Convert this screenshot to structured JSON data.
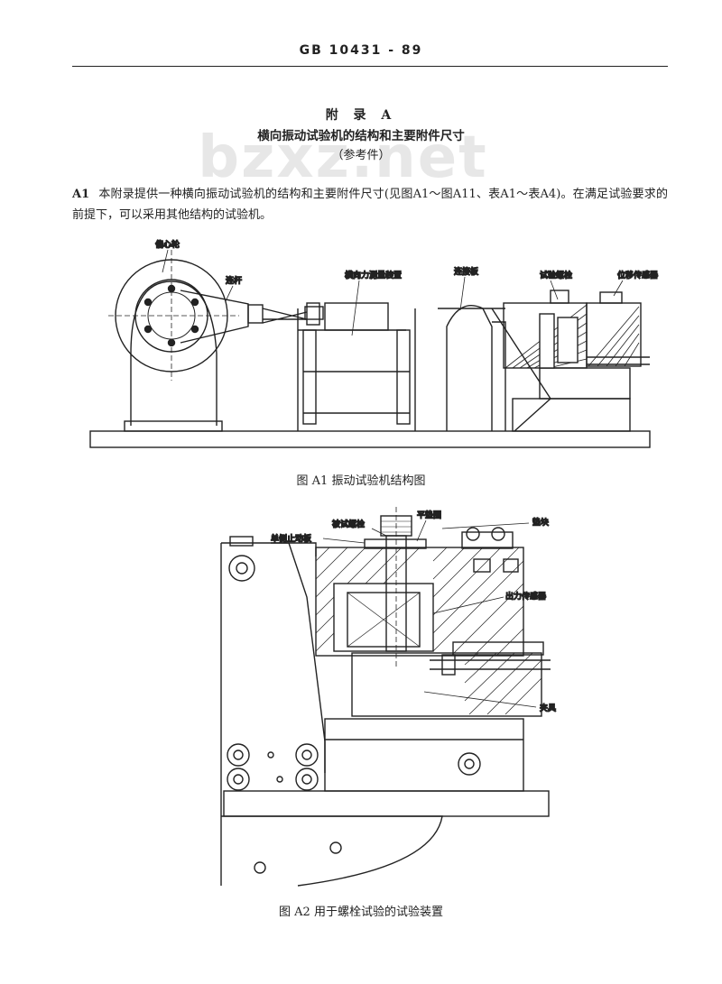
{
  "header": {
    "standard": "GB 10431 - 89"
  },
  "appendix": {
    "title": "附 录 A",
    "subtitle": "横向振动试验机的结构和主要附件尺寸",
    "reference": "（参考件）"
  },
  "paragraph": {
    "number": "A1",
    "text": "本附录提供一种横向振动试验机的结构和主要附件尺寸(见图A1～图A11、表A1～表A4)。在满足试验要求的前提下，可以采用其他结构的试验机。"
  },
  "watermark": "bzxz.net",
  "figure1": {
    "labels": {
      "eccentric": "偏心轮",
      "link": "连杆",
      "force": "横向力测量装置",
      "plate": "连接板",
      "bolt": "试验螺栓",
      "sensor": "位移传感器"
    },
    "caption": "图 A1  振动试验机结构图"
  },
  "figure2": {
    "labels": {
      "tested_bolt": "被试螺栓",
      "washer": "平垫圈",
      "lock_plate": "单侧止动板",
      "shim": "垫块",
      "force_sensor": "出力传感器",
      "clamp": "夹具"
    },
    "caption": "图 A2  用于螺栓试验的试验装置"
  }
}
